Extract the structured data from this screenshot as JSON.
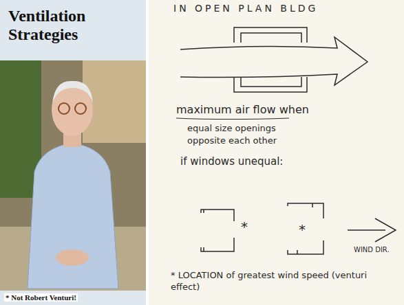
{
  "diagram": {
    "title": "Ventilation Strategies",
    "caption": "* Not Robert Venturi!",
    "labels": [
      "IN OPEN PLAN BLDG",
      "maximum air flow when",
      "equal size openings opposite each other",
      "if windows unequal:",
      "*",
      "*",
      "WIND DIR.",
      "* LOCATION of greatest wind speed (venturi effect)"
    ]
  }
}
